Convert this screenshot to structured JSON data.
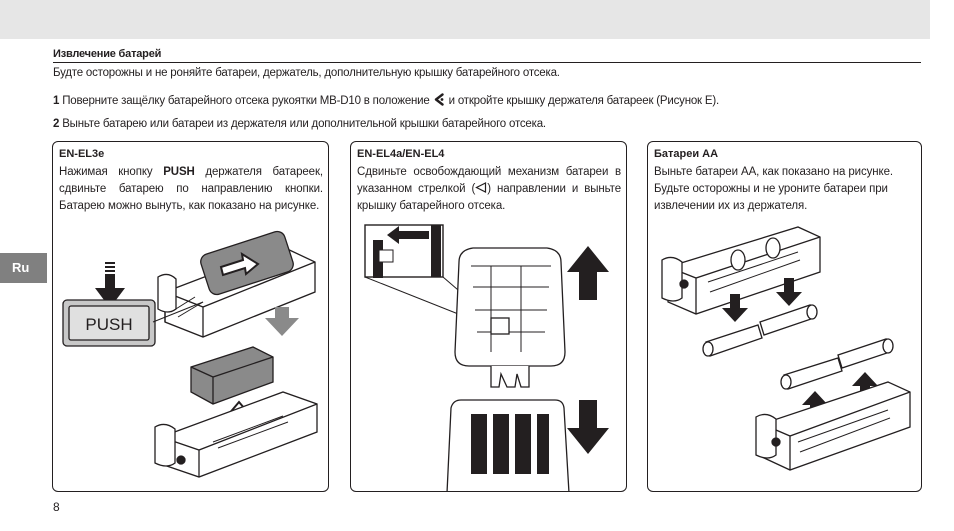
{
  "section": {
    "heading": "Извлечение батарей",
    "intro": "Будте осторожны и не роняйте батареи, держатель, дополнительную крышку батарейного отсека."
  },
  "steps": [
    {
      "num": "1",
      "text_before": "Поверните защёлку батарейного отсека рукоятки MB-D10 в положение",
      "text_after": "и откройте крышку держателя батареек (Рисунок E)."
    },
    {
      "num": "2",
      "text": "Выньте батарею или батареи из держателя или дополнительной крышки батарейного отсека."
    }
  ],
  "side_tab": {
    "label": "Ru"
  },
  "panels": [
    {
      "title": "EN-EL3e",
      "text_before": "Нажимая кнопку ",
      "text_bold": "PUSH",
      "text_after": " держателя батареек, сдвиньте батарею по направлению кнопки. Батарею можно вынуть, как показано на рисунке.",
      "illustration": {
        "button_label": "PUSH"
      }
    },
    {
      "title": "EN-EL4a/EN-EL4",
      "text_before": "Сдвиньте освобождающий механизм батареи в указанном стрелкой (",
      "text_after": ") направлении и выньте крышку батарейного отсека."
    },
    {
      "title": "Батареи AA",
      "text": "Выньте батареи AA, как показано на рисунке. Будьте осторожны и не уроните батареи при извлечении их из держателя."
    }
  ],
  "footer": {
    "page_number": "8"
  }
}
